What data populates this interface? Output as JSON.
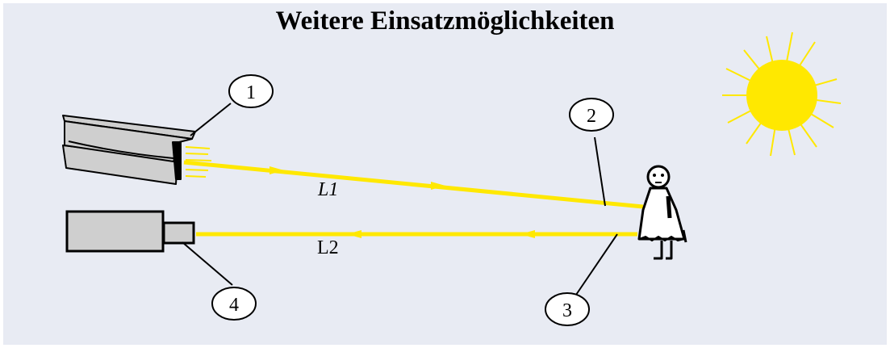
{
  "title": "Weitere Einsatzmöglichkeiten",
  "callouts": [
    "1",
    "2",
    "3",
    "4"
  ],
  "beam_labels": {
    "l1": "L1",
    "l2": "L2"
  },
  "colors": {
    "background": "#e8ebf3",
    "beam": "#ffe800",
    "sun": "#ffe800",
    "device_fill": "#cfcfcf",
    "outline": "#000000"
  },
  "icons": [
    "floodlight-icon",
    "camera-icon",
    "person-icon",
    "sun-icon"
  ]
}
